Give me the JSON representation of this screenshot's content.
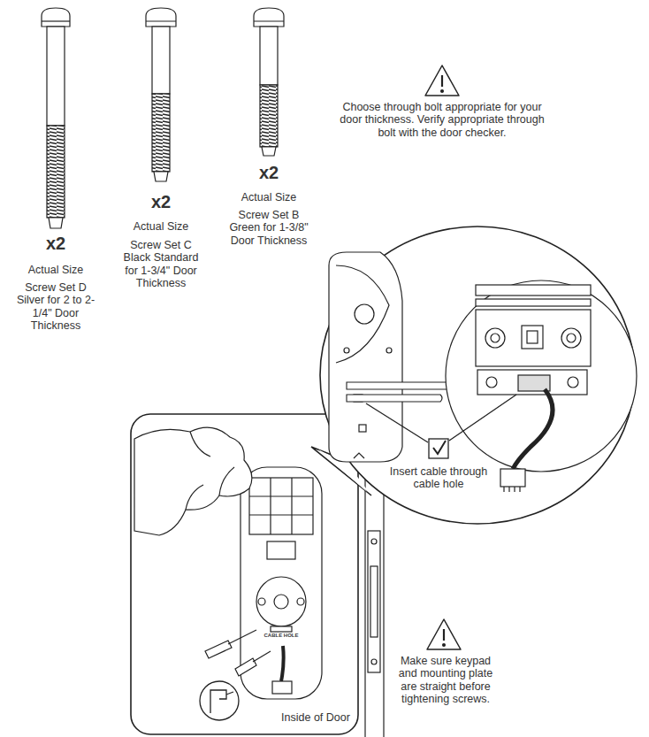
{
  "diagram": {
    "labels": [
      "x2",
      "Actual Size",
      "Screw Set D Silver for 2 to 2-1/4\" Door Thickness",
      "x2",
      "Actual Size",
      "Screw Set C Black Standard for 1-3/4\" Door Thickness",
      "x2",
      "Actual Size",
      "Screw Set B Green for 1-3/8\" Door Thickness",
      "Choose through bolt appropriate for your door thickness. Verify appropriate through bolt with the door checker.",
      "Insert cable through cable hole",
      "Make sure keypad and mounting plate are straight before tightening screws.",
      "Inside of Door",
      "CABLE HOLE"
    ]
  }
}
